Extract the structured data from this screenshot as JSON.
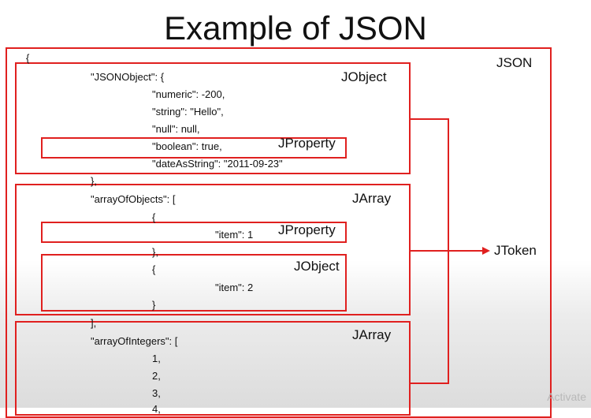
{
  "title": "Example of JSON",
  "labels": {
    "json": "JSON",
    "jobject_1": "JObject",
    "jproperty_1": "JProperty",
    "jarray_1": "JArray",
    "jproperty_2": "JProperty",
    "jobject_2": "JObject",
    "jarray_2": "JArray",
    "jtoken": "JToken"
  },
  "code_lines": [
    "{",
    "\"JSONObject\": {",
    "\"numeric\": -200,",
    "\"string\": \"Hello\",",
    "\"null\": null,",
    "\"boolean\": true,",
    "\"dateAsString\": \"2011-09-23\"",
    "},",
    "\"arrayOfObjects\": [",
    "{",
    "\"item\": 1",
    "},",
    "{",
    "\"item\": 2",
    "}",
    "],",
    "\"arrayOfIntegers\": [",
    "1,",
    "2,",
    "3,",
    "4,"
  ],
  "watermark": "Activate",
  "colors": {
    "box_red": "#e0201f"
  }
}
